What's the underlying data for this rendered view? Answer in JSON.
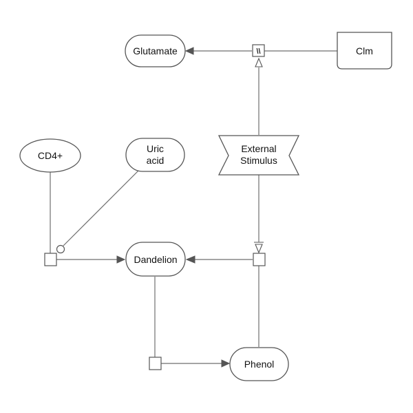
{
  "nodes": {
    "glutamate": {
      "label": "Glutamate"
    },
    "clm": {
      "label": "Clm"
    },
    "external_stimulus": {
      "line1": "External",
      "line2": "Stimulus"
    },
    "cd4": {
      "label": "CD4+"
    },
    "uric_acid": {
      "line1": "Uric",
      "line2": "acid"
    },
    "dandelion": {
      "label": "Dandelion"
    },
    "phenol": {
      "label": "Phenol"
    }
  },
  "glyphs": {
    "dissociation": {
      "symbol": "\\\\"
    }
  }
}
